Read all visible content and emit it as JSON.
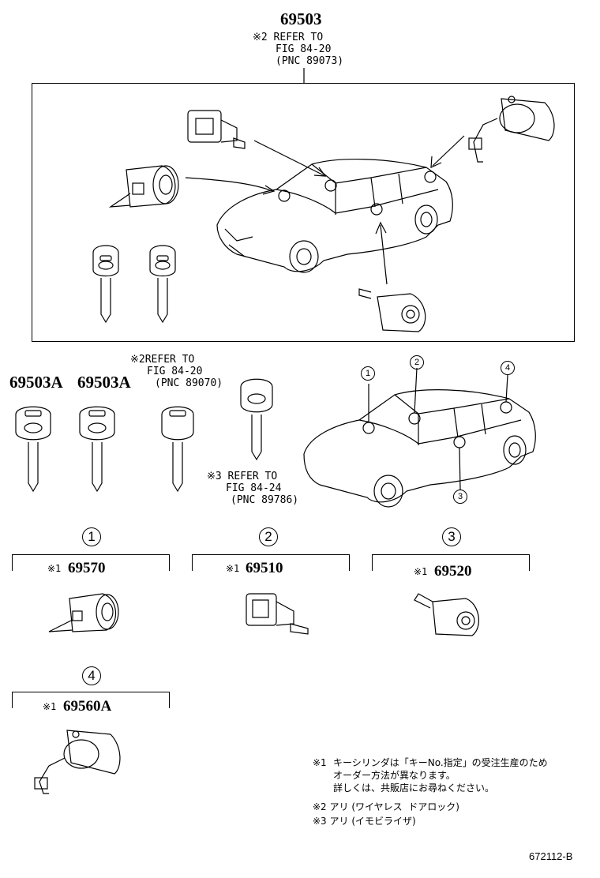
{
  "top": {
    "part_number": "69503",
    "note_line1": "※2 REFER TO",
    "note_line2": "FIG 84-20",
    "note_line3": "(PNC 89073)"
  },
  "keys": {
    "key_a_number": "69503A",
    "key_b_number": "69503A",
    "refer2_line1": "※2REFER TO",
    "refer2_line2": "FIG 84-20",
    "refer2_line3": "(PNC 89070)",
    "refer3_line1": "※3 REFER TO",
    "refer3_line2": "FIG 84-24",
    "refer3_line3": "(PNC 89786)"
  },
  "callouts": [
    "1",
    "2",
    "3",
    "4"
  ],
  "groups": [
    {
      "circle": "1",
      "mark": "※1",
      "number": "69570"
    },
    {
      "circle": "2",
      "mark": "※1",
      "number": "69510"
    },
    {
      "circle": "3",
      "mark": "※1",
      "number": "69520"
    },
    {
      "circle": "4",
      "mark": "※1",
      "number": "69560A"
    }
  ],
  "notes": {
    "n1_mark": "※1",
    "n1_line1": "キーシリンダは「キーNo.指定」の受注生産のため",
    "n1_line2": "オーダー方法が異なります。",
    "n1_line3": "詳しくは、共販店にお尋ねください。",
    "n2": "※2 アリ (ワイヤレス  ドアロック)",
    "n3": "※3 アリ (イモビライザ)"
  },
  "figure_id": "672112-B"
}
